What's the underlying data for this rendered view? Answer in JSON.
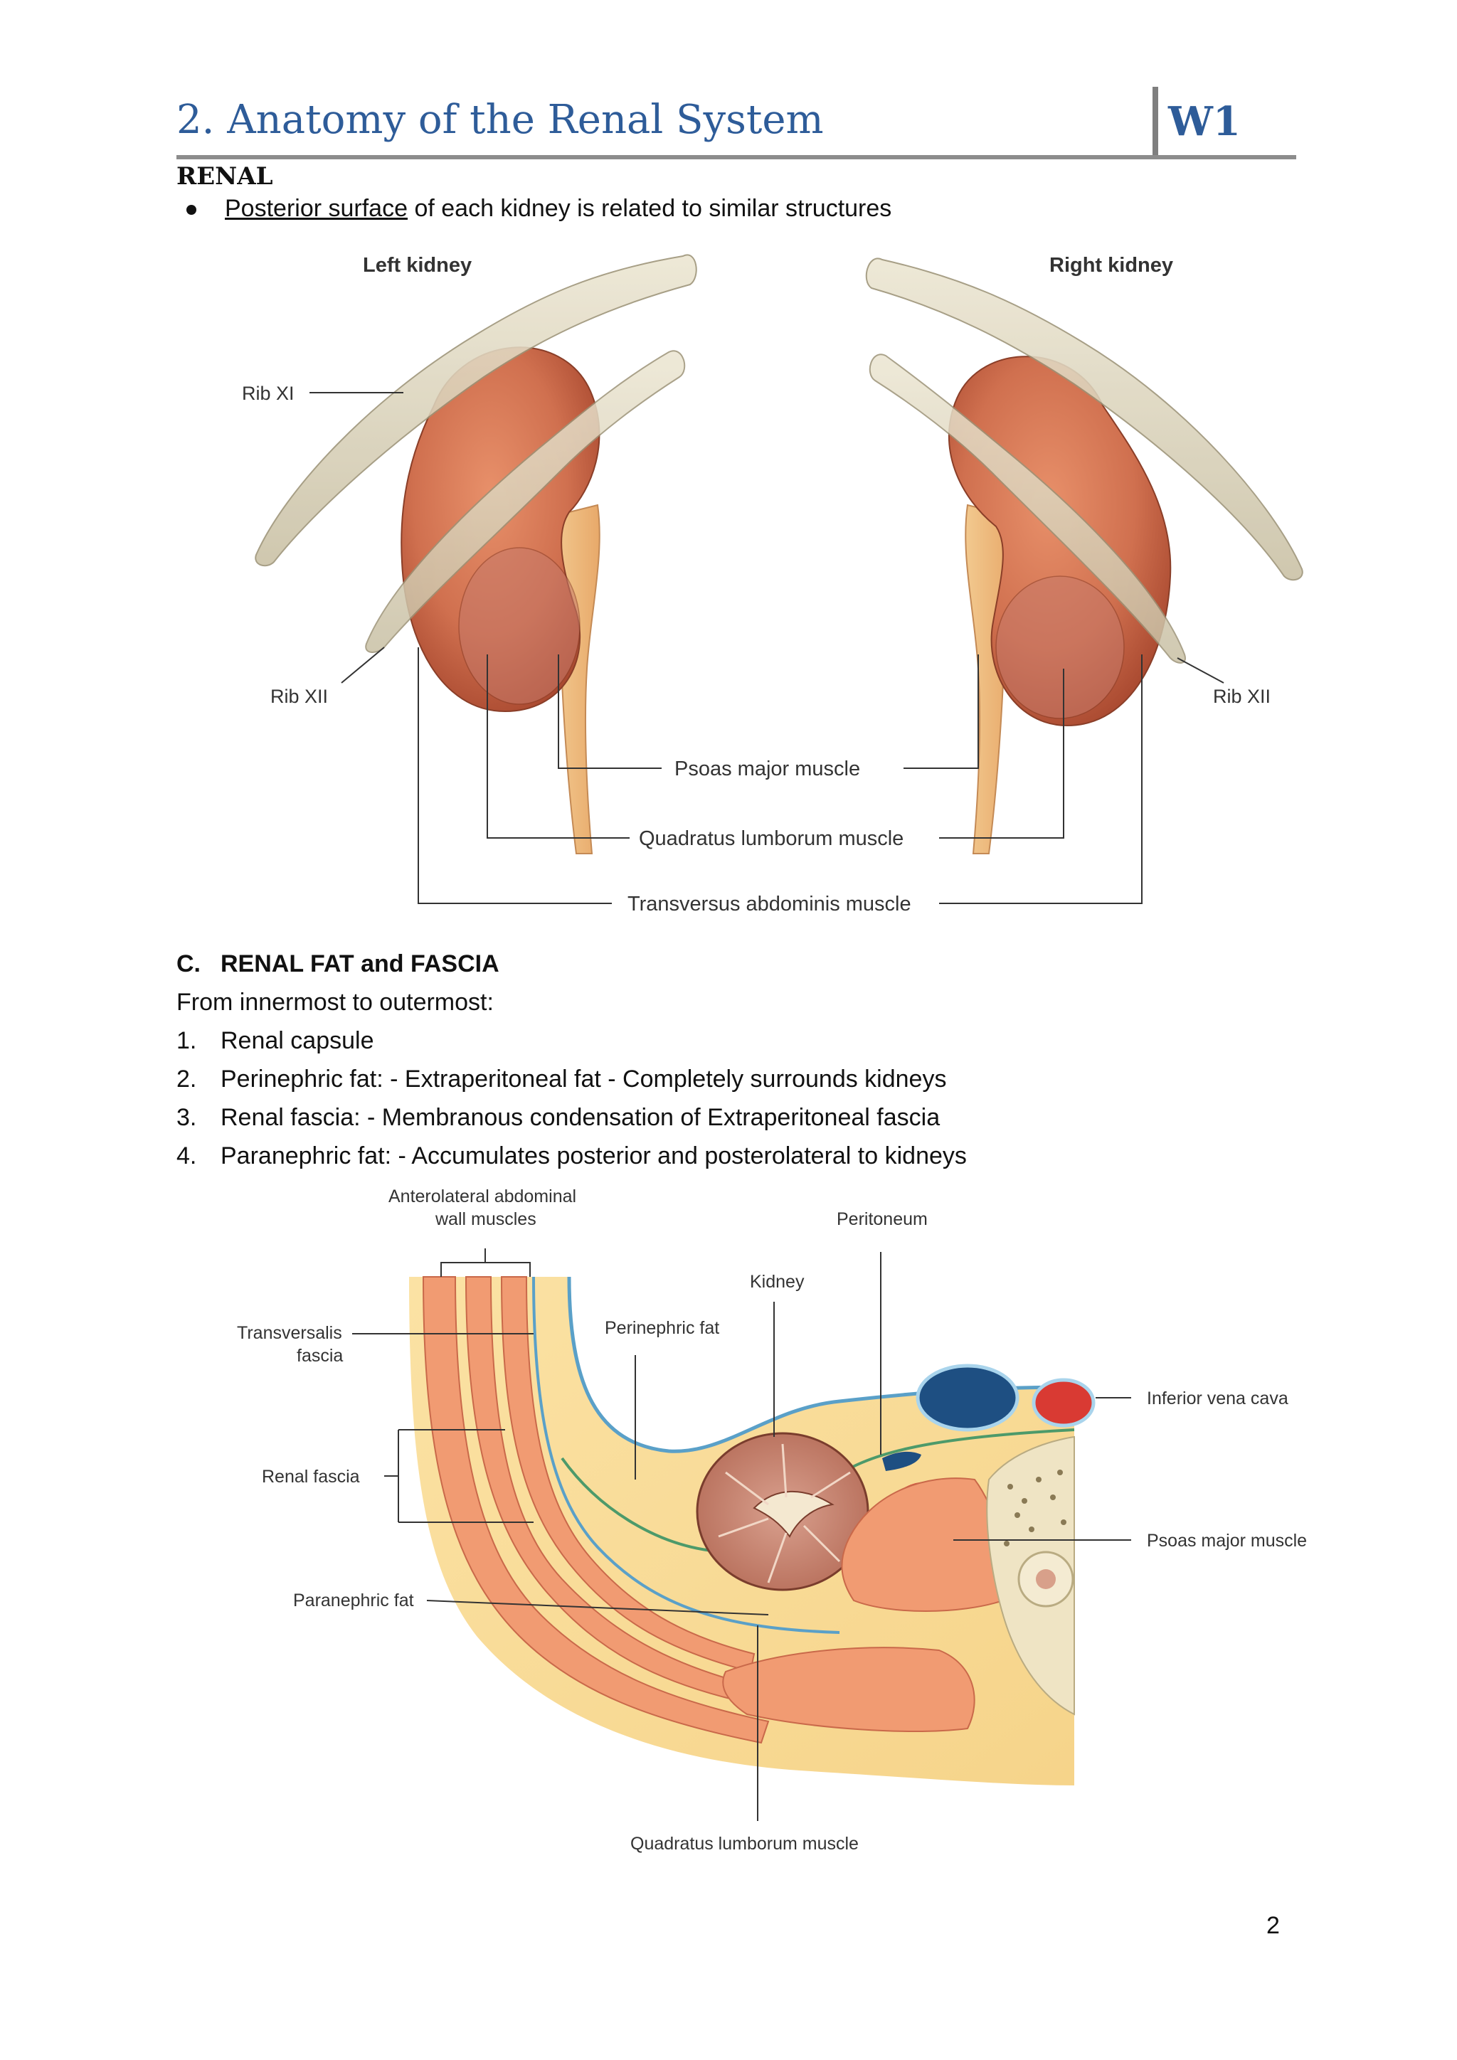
{
  "header": {
    "title": "2. Anatomy of the Renal System",
    "code": "W1"
  },
  "section_label": "RENAL",
  "bullet": {
    "underlined": "Posterior surface",
    "rest": " of each kidney is related to similar structures"
  },
  "figure1": {
    "labels": {
      "left_kidney": "Left kidney",
      "right_kidney": "Right kidney",
      "rib_xi": "Rib XI",
      "rib_xii_left": "Rib XII",
      "rib_xii_right": "Rib XII",
      "psoas": "Psoas major muscle",
      "quadratus": "Quadratus lumborum muscle",
      "transversus": "Transversus abdominis muscle"
    }
  },
  "section_c": {
    "number": "C.",
    "title": "RENAL FAT and FASCIA"
  },
  "intro": "From innermost to outermost:",
  "list": [
    {
      "n": "1.",
      "text": "Renal capsule"
    },
    {
      "n": "2.",
      "text": "Perinephric fat: - Extraperitoneal fat - Completely surrounds kidneys"
    },
    {
      "n": "3.",
      "text": "Renal fascia: - Membranous condensation of Extraperitoneal fascia"
    },
    {
      "n": "4.",
      "text": "Paranephric fat: - Accumulates posterior and posterolateral to kidneys"
    }
  ],
  "figure2": {
    "labels": {
      "anterolateral_1": "Anterolateral abdominal",
      "anterolateral_2": "wall muscles",
      "peritoneum": "Peritoneum",
      "kidney": "Kidney",
      "transversalis_1": "Transversalis",
      "transversalis_2": "fascia",
      "perinephric": "Perinephric fat",
      "ivc": "Inferior vena cava",
      "renal_fascia": "Renal fascia",
      "psoas": "Psoas major muscle",
      "paranephric": "Paranephric fat",
      "quadratus": "Quadratus lumborum muscle"
    }
  },
  "page_number": "2"
}
